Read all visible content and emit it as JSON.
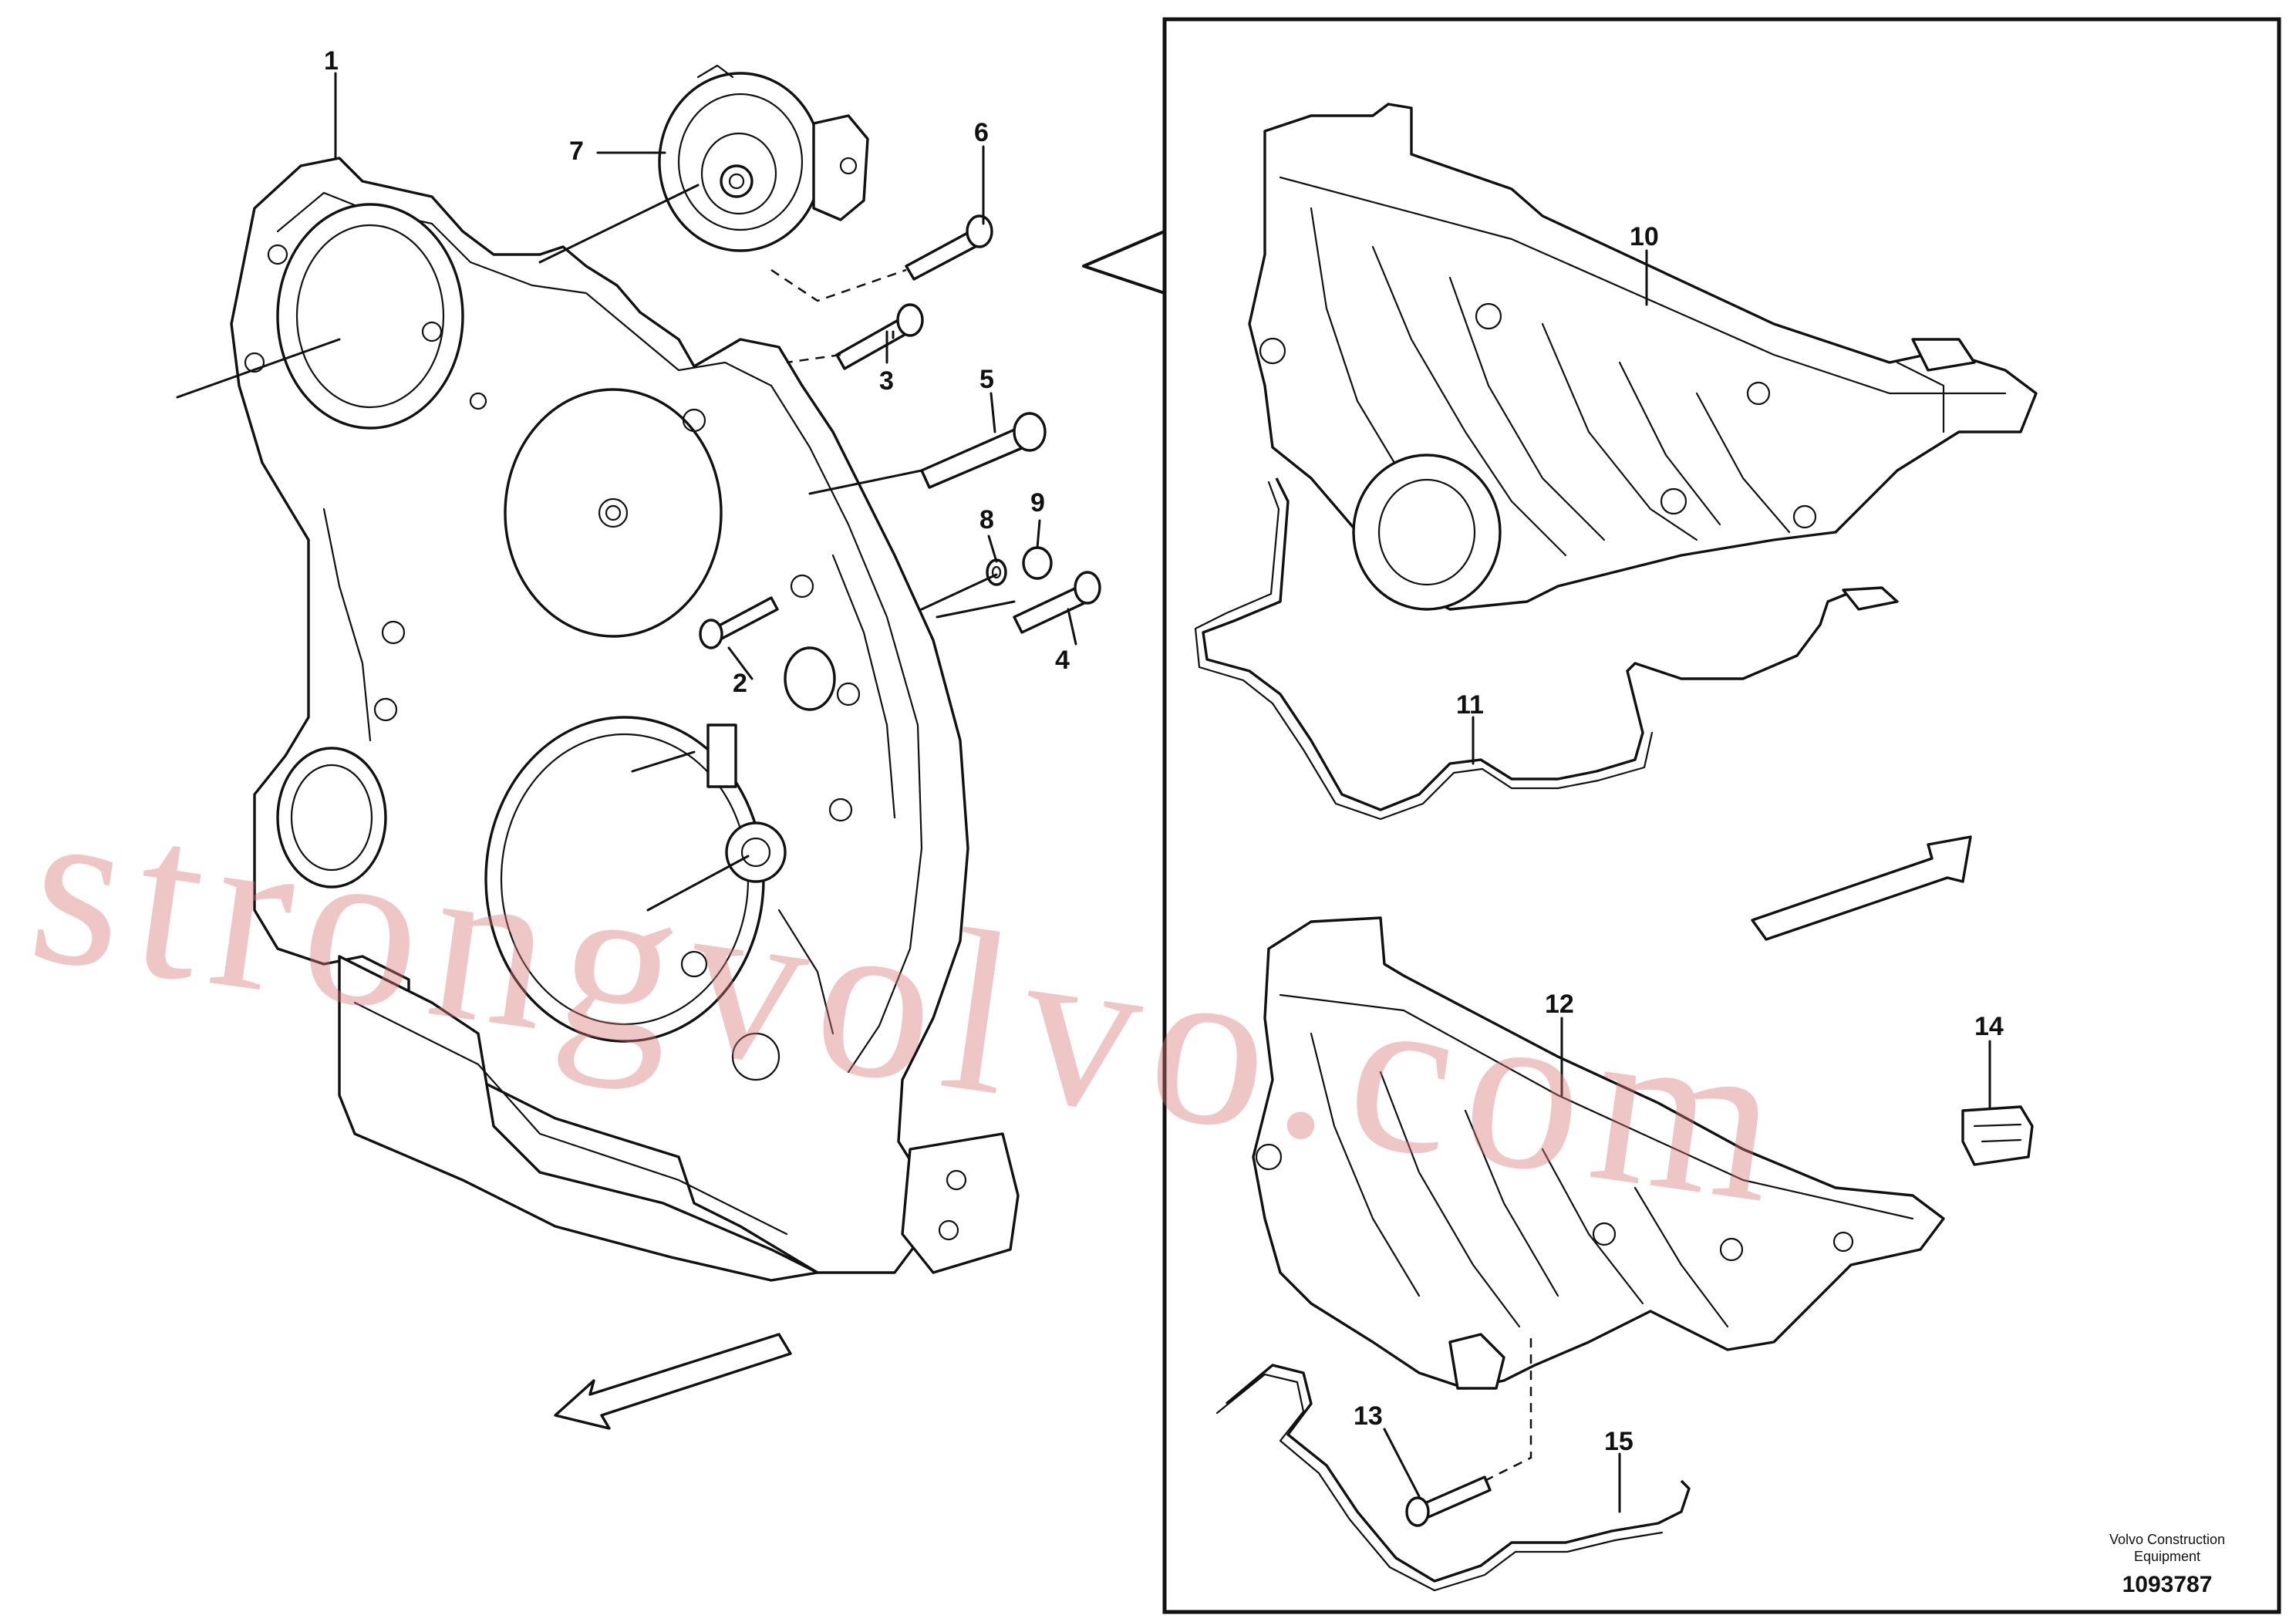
{
  "callouts": {
    "c1": "1",
    "c2": "2",
    "c3": "3",
    "c4": "4",
    "c5": "5",
    "c6": "6",
    "c7": "7",
    "c8": "8",
    "c9": "9",
    "c10": "10",
    "c11": "11",
    "c12": "12",
    "c13": "13",
    "c14": "14",
    "c15": "15"
  },
  "watermark": "strongvolvo.com",
  "brand": {
    "line1": "Volvo Construction",
    "line2": "Equipment"
  },
  "document_number": "1093787",
  "colors": {
    "ink": "#111111",
    "watermark": "#d67878",
    "background": "#ffffff"
  }
}
